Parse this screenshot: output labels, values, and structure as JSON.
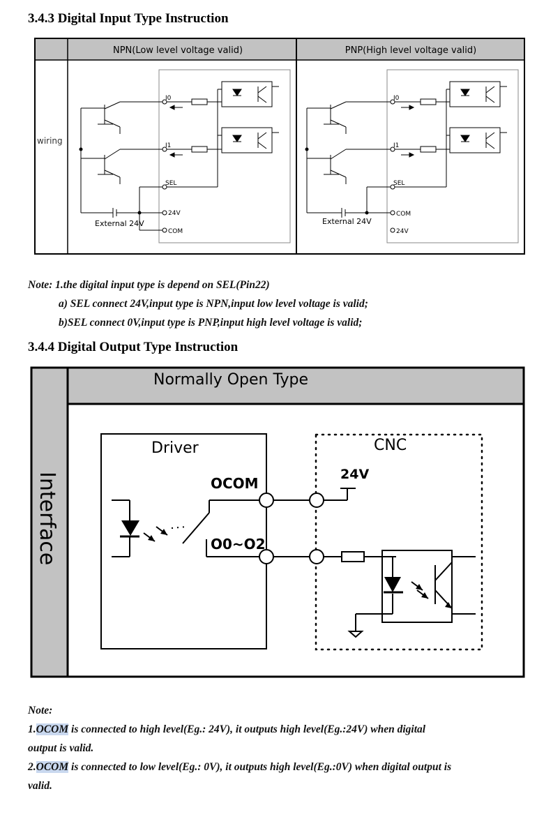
{
  "section1": {
    "title": "3.4.3 Digital Input Type Instruction",
    "table": {
      "col_npn": "NPN(Low level voltage valid)",
      "col_pnp": "PNP(High level voltage valid)",
      "row_label": "wiring"
    },
    "npn": {
      "i0": "I0",
      "i1": "I1",
      "sel": "SEL",
      "v24": "24V",
      "com": "COM",
      "external": "External 24V"
    },
    "pnp": {
      "i0": "I0",
      "i1": "I1",
      "sel": "SEL",
      "com": "COM",
      "v24": "24V",
      "external": "External 24V"
    }
  },
  "note1": {
    "line1": "Note: 1.the digital input type is depend on SEL(Pin22)",
    "line2": "a) SEL connect 24V,input type is NPN,input low level voltage is valid;",
    "line3": "b)SEL connect 0V,input type is PNP,input high level voltage is valid;"
  },
  "section2": {
    "title": "3.4.4 Digital Output Type Instruction",
    "header": "Normally Open Type",
    "side_label": "Interface",
    "driver_label": "Driver",
    "cnc_label": "CNC",
    "ocom": "OCOM",
    "o_range": "O0~O2",
    "v24": "24V"
  },
  "note2": {
    "title": "Note:",
    "p1_prefix": "1.",
    "p1_term": "OCOM",
    "p1_text": " is connected to high level(Eg.: 24V), it outputs high level(Eg.:24V) when digital",
    "p1_cont": "output is valid.",
    "p2_prefix": "2.",
    "p2_term": "OCOM",
    "p2_text": " is connected to low level(Eg.: 0V), it outputs high level(Eg.:0V) when digital output is",
    "p2_cont": "valid."
  }
}
